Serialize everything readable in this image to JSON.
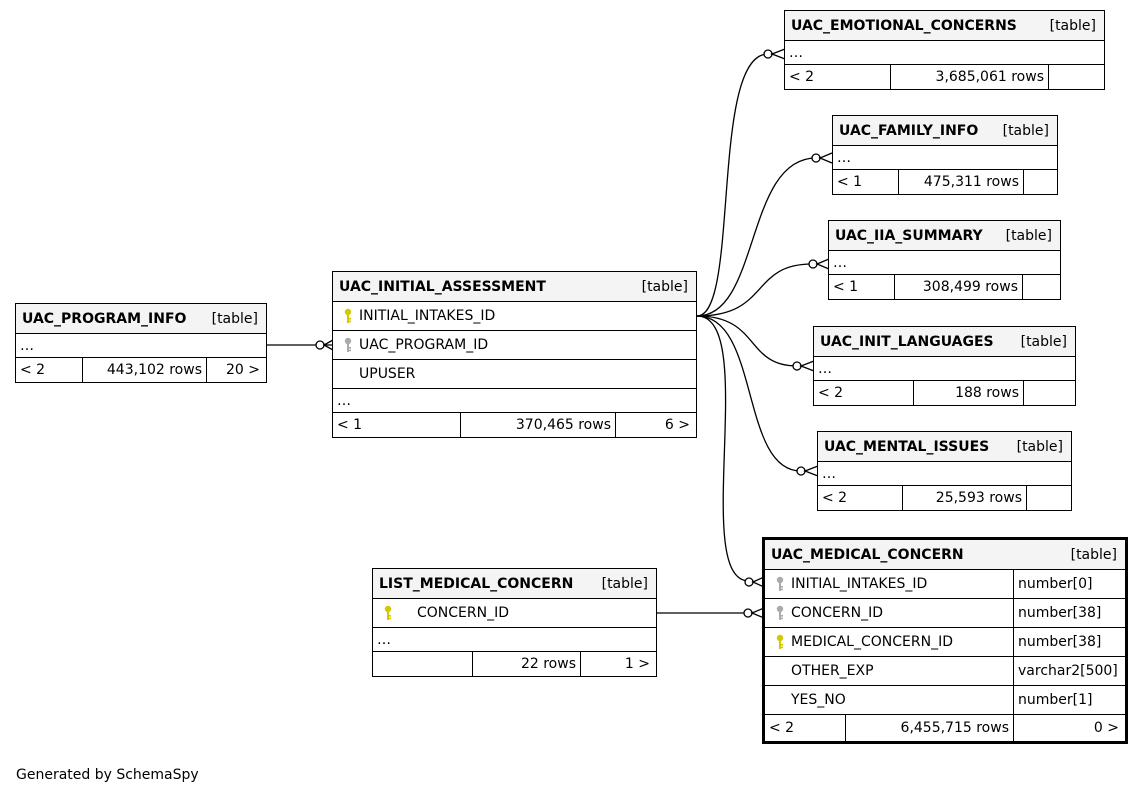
{
  "footer": "Generated by SchemaSpy",
  "tables": {
    "emotional": {
      "name": "UAC_EMOTIONAL_CONCERNS",
      "type": "[table]",
      "ellipsis": "…",
      "footer": {
        "left": "< 2",
        "rows": "3,685,061 rows",
        "right": ""
      }
    },
    "family": {
      "name": "UAC_FAMILY_INFO",
      "type": "[table]",
      "ellipsis": "…",
      "footer": {
        "left": "< 1",
        "rows": "475,311 rows",
        "right": ""
      }
    },
    "iia": {
      "name": "UAC_IIA_SUMMARY",
      "type": "[table]",
      "ellipsis": "…",
      "footer": {
        "left": "< 1",
        "rows": "308,499 rows",
        "right": ""
      }
    },
    "langs": {
      "name": "UAC_INIT_LANGUAGES",
      "type": "[table]",
      "ellipsis": "…",
      "footer": {
        "left": "< 2",
        "rows": "188 rows",
        "right": ""
      }
    },
    "mental": {
      "name": "UAC_MENTAL_ISSUES",
      "type": "[table]",
      "ellipsis": "…",
      "footer": {
        "left": "< 2",
        "rows": "25,593 rows",
        "right": ""
      }
    },
    "program": {
      "name": "UAC_PROGRAM_INFO",
      "type": "[table]",
      "ellipsis": "…",
      "footer": {
        "left": "< 2",
        "rows": "443,102 rows",
        "right": "20 >"
      }
    },
    "initial": {
      "name": "UAC_INITIAL_ASSESSMENT",
      "type": "[table]",
      "ellipsis": "…",
      "columns": [
        {
          "name": "INITIAL_INTAKES_ID",
          "key": "primary-key-icon"
        },
        {
          "name": "UAC_PROGRAM_ID",
          "key": "foreign-key-icon"
        },
        {
          "name": "UPUSER",
          "key": ""
        }
      ],
      "footer": {
        "left": "< 1",
        "rows": "370,465 rows",
        "right": "6 >"
      }
    },
    "listmed": {
      "name": "LIST_MEDICAL_CONCERN",
      "type": "[table]",
      "ellipsis": "…",
      "columns": [
        {
          "name": "CONCERN_ID",
          "key": "primary-key-icon"
        }
      ],
      "footer": {
        "left": "",
        "rows": "22 rows",
        "right": "1 >"
      }
    },
    "medical": {
      "name": "UAC_MEDICAL_CONCERN",
      "type": "[table]",
      "columns": [
        {
          "name": "INITIAL_INTAKES_ID",
          "datatype": "number[0]",
          "key": "foreign-key-icon"
        },
        {
          "name": "CONCERN_ID",
          "datatype": "number[38]",
          "key": "foreign-key-icon"
        },
        {
          "name": "MEDICAL_CONCERN_ID",
          "datatype": "number[38]",
          "key": "primary-key-icon"
        },
        {
          "name": "OTHER_EXP",
          "datatype": "varchar2[500]",
          "key": ""
        },
        {
          "name": "YES_NO",
          "datatype": "number[1]",
          "key": ""
        }
      ],
      "footer": {
        "left": "< 2",
        "rows": "6,455,715 rows",
        "right": "0 >"
      }
    }
  },
  "colors": {
    "primary_key": "#d4c800",
    "foreign_key": "#aaaaaa",
    "header_bg": "#f4f4f4"
  }
}
